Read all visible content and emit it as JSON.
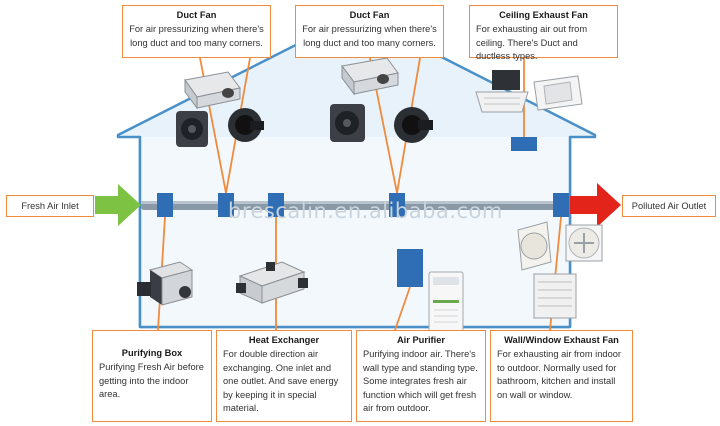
{
  "labels": {
    "fresh_air_inlet": "Fresh Air Inlet",
    "polluted_air_outlet": "Polluted Air Outlet",
    "watermark": "brescalin.en.alibaba.com"
  },
  "callouts": {
    "duct_fan_1": {
      "title": "Duct Fan",
      "desc": "For air pressurizing when there's long duct and too many corners."
    },
    "duct_fan_2": {
      "title": "Duct Fan",
      "desc": "For air pressurizing when there's long duct and too many corners."
    },
    "ceiling_fan": {
      "title": "Ceiling Exhaust Fan",
      "desc": "For exhausting air out from ceiling. There's Duct and ductless types."
    },
    "purifying_box": {
      "title": "Purifying Box",
      "desc": "Purifying Fresh Air before getting into the indoor area."
    },
    "heat_exchanger": {
      "title": "Heat Exchanger",
      "desc": "For double direction air exchanging. One inlet and one outlet. And save energy by keeping it in special material."
    },
    "air_purifier": {
      "title": "Air Purifier",
      "desc": "Purifying indoor air. There's wall type and standing type. Some integrates fresh air function which will get fresh air from outdoor."
    },
    "wall_fan": {
      "title": "Wall/Window Exhaust Fan",
      "desc": "For exhausting air from indoor to outdoor. Normally used for bathroom, kitchen and install on wall or window."
    }
  },
  "colors": {
    "house_outline": "#4a90c8",
    "house_fill": "#e8f2fa",
    "callout_border": "#f08a3c",
    "inlet_arrow": "#7dc242",
    "outlet_arrow": "#e3241b",
    "unit_blocks": "#2f6db5",
    "duct": "#8a99a8"
  },
  "icons": [
    "duct-fan-icon",
    "ceiling-fan-icon",
    "purifying-box-icon",
    "heat-exchanger-icon",
    "air-purifier-icon",
    "exhaust-fan-icon"
  ]
}
